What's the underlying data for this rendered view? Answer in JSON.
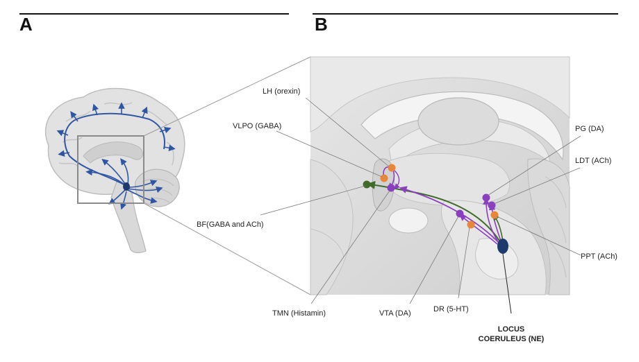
{
  "panels": {
    "a": "A",
    "b": "B"
  },
  "labels": {
    "lh": "LH (orexin)",
    "vlpo": "VLPO (GABA)",
    "bf": "BF(GABA and ACh)",
    "tmn": "TMN (Histamin)",
    "vta": "VTA (DA)",
    "dr": "DR (5-HT)",
    "lc_line1": "LOCUS",
    "lc_line2": "COERULEUS (NE)",
    "pg": "PG (DA)",
    "ldt": "LDT (ACh)",
    "ppt": "PPT (ACh)"
  },
  "colors": {
    "arrow_blue": "#2f56a3",
    "lc_navy": "#1c3a6b",
    "orange": "#e8873a",
    "purple": "#8a3fbf",
    "green": "#3f6a2a",
    "brain_gray": "#dedede"
  }
}
